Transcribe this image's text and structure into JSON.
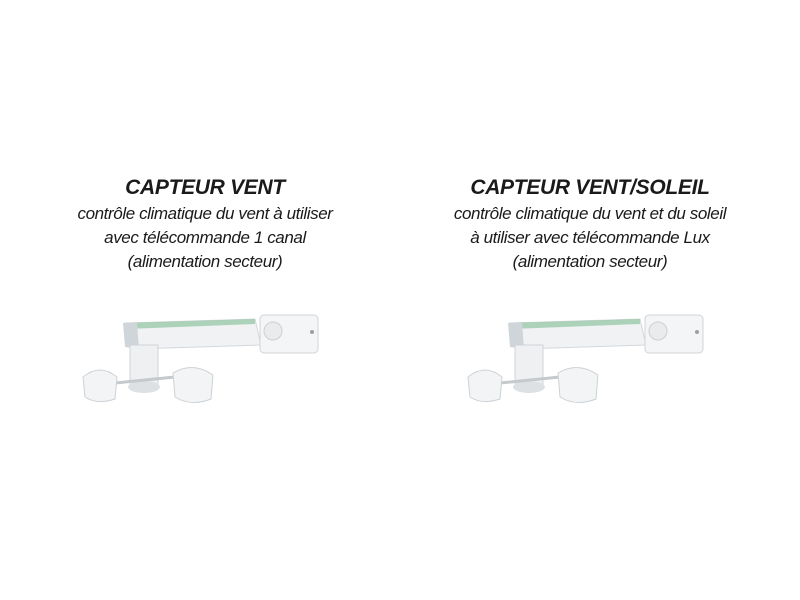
{
  "products": [
    {
      "title": "CAPTEUR VENT",
      "lines": [
        "contrôle climatique du vent à utiliser",
        "avec télécommande 1 canal",
        "(alimentation secteur)"
      ]
    },
    {
      "title": "CAPTEUR VENT/SOLEIL",
      "lines": [
        "contrôle climatique du vent et du soleil",
        "à utiliser avec télécommande Lux",
        "(alimentation secteur)"
      ]
    }
  ],
  "colors": {
    "text": "#1a1a1a",
    "sensor_body": "#f2f3f4",
    "sensor_shade": "#c9ced2",
    "sensor_accent": "#8fc6a0"
  }
}
